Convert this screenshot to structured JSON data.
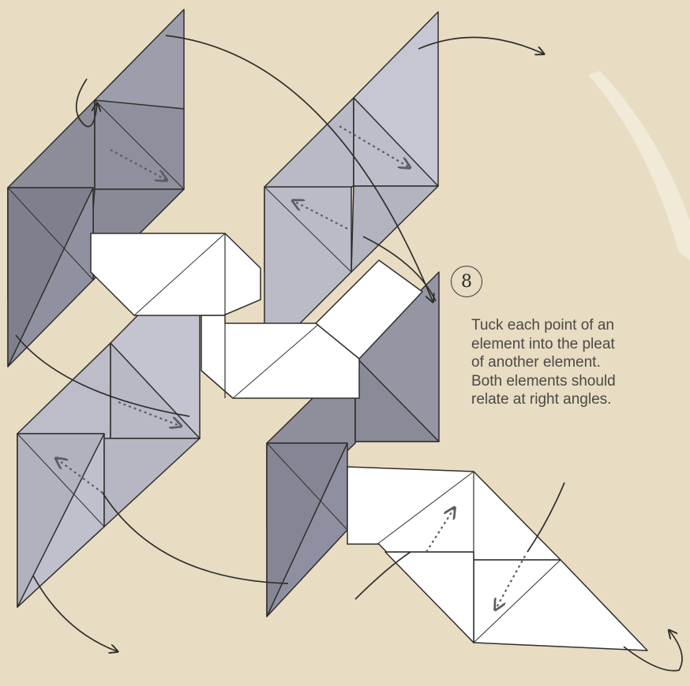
{
  "step": {
    "number": "8"
  },
  "instructions": {
    "lines": [
      "Tuck each point of an",
      "element into the pleat",
      "of another element.",
      "Both elements should",
      "relate at right angles."
    ]
  },
  "colors": {
    "background": "#e8dcc3",
    "dark_paper": "#8c8c99",
    "mid_paper": "#a9a9b6",
    "light_paper": "#c7c8d3",
    "white_paper": "#ffffff",
    "lines": "#2f2e2b"
  },
  "icons": [
    "curved-arrow-icon",
    "tuck-arrow-icon"
  ]
}
